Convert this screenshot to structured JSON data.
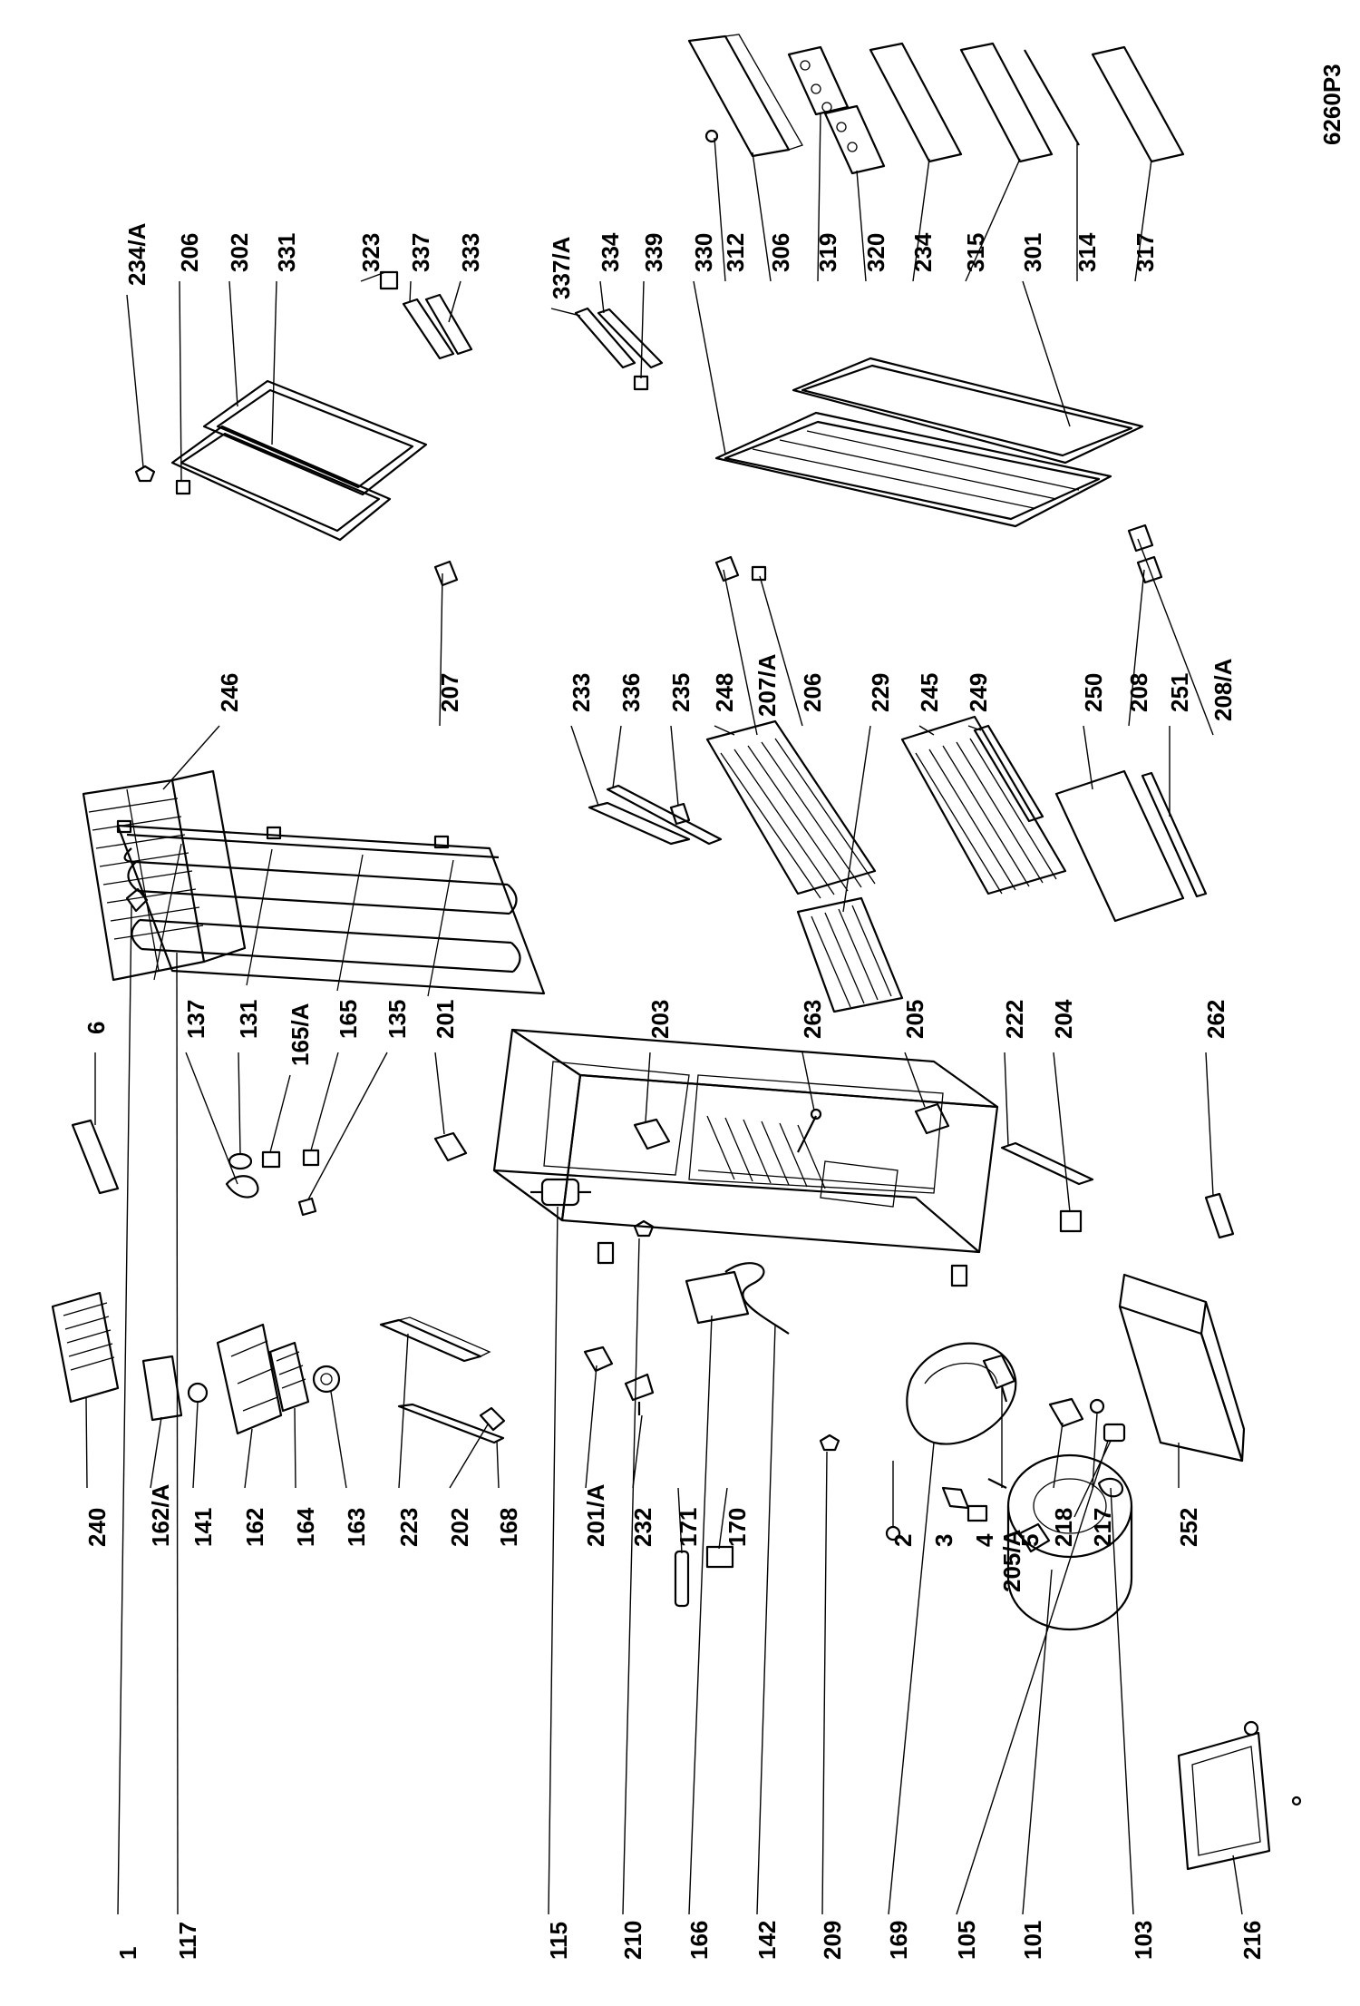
{
  "diagram": {
    "code": "6260P3",
    "labels": {
      "l1": "1",
      "l117": "117",
      "l115": "115",
      "l210": "210",
      "l166": "166",
      "l142": "142",
      "l209": "209",
      "l169": "169",
      "l105": "105",
      "l101": "101",
      "l103": "103",
      "l216": "216",
      "l240": "240",
      "l162A": "162/A",
      "l141": "141",
      "l162": "162",
      "l164": "164",
      "l163": "163",
      "l223": "223",
      "l202": "202",
      "l168": "168",
      "l201A": "201/A",
      "l232": "232",
      "l171": "171",
      "l170": "170",
      "l205A": "205/A",
      "l2": "2",
      "l3": "3",
      "l4": "4",
      "l5": "5",
      "l218": "218",
      "l217": "217",
      "l252": "252",
      "l6": "6",
      "l137": "137",
      "l131": "131",
      "l165A": "165/A",
      "l165": "165",
      "l135": "135",
      "l201": "201",
      "l203": "203",
      "l263": "263",
      "l205": "205",
      "l222": "222",
      "l204": "204",
      "l262": "262",
      "l246": "246",
      "l233": "233",
      "l336": "336",
      "l235": "235",
      "l248": "248",
      "l229": "229",
      "l245": "245",
      "l249": "249",
      "l250": "250",
      "l208": "208",
      "l251": "251",
      "l208A": "208/A",
      "l207": "207",
      "l207A": "207/A",
      "l206b": "206",
      "l234A": "234/A",
      "l206": "206",
      "l302": "302",
      "l331": "331",
      "l323": "323",
      "l337": "337",
      "l333": "333",
      "l337A": "337/A",
      "l334": "334",
      "l339": "339",
      "l330": "330",
      "l312": "312",
      "l306": "306",
      "l319": "319",
      "l320": "320",
      "l234": "234",
      "l315": "315",
      "l301": "301",
      "l314": "314",
      "l317": "317"
    }
  }
}
